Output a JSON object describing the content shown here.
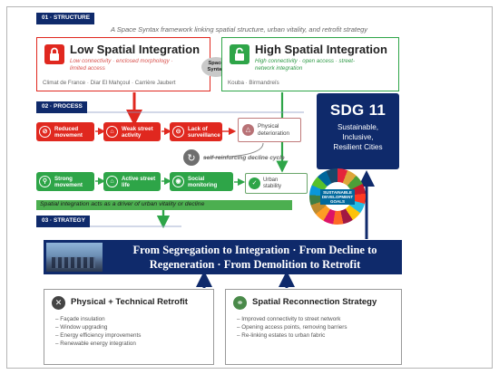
{
  "sections": {
    "structure": "01 · STRUCTURE",
    "process": "02 · PROCESS",
    "strategy": "03 · STRATEGY"
  },
  "tagline": "A Space Syntax framework linking spatial structure, urban vitality, and retrofit strategy",
  "low": {
    "title": "Low Spatial Integration",
    "subtitle_1": "Low connectivity · enclosed morphology ·",
    "subtitle_2": "limited access",
    "places": "Climat de France · Diar El Mahçoul · Carrière Jaubert",
    "color": "#e0281f",
    "icon": "lock-icon"
  },
  "high": {
    "title": "High Spatial Integration",
    "subtitle_1": "High connectivity · open access · street-",
    "subtitle_2": "network integration",
    "places": "Kouba · Birmandreïs",
    "color": "#2ea548",
    "icon": "unlock-icon"
  },
  "space_syntax": {
    "line1": "Space",
    "line2": "Syntax"
  },
  "decline": [
    {
      "line1": "Reduced",
      "line2": "movement",
      "icon": "no-entry-icon"
    },
    {
      "line1": "Weak street",
      "line2": "activity",
      "icon": "building-icon"
    },
    {
      "line1": "Lack of",
      "line2": "surveillance",
      "icon": "eye-off-icon"
    }
  ],
  "physical_deterioration": {
    "line1": "Physical",
    "line2": "deterioration",
    "icon": "warning-icon"
  },
  "cycle_label": "self-reinforcing decline cycle",
  "vitality": [
    {
      "line1": "Strong",
      "line2": "movement",
      "icon": "walking-icon"
    },
    {
      "line1": "Active street",
      "line2": "life",
      "icon": "home-icon"
    },
    {
      "line1": "Social",
      "line2": "monitoring",
      "icon": "eye-icon"
    }
  ],
  "urban_stability": {
    "line1": "Urban",
    "line2": "stability",
    "icon": "check-icon"
  },
  "driver_text": "Spatial integration acts as a driver of urban vitality or decline",
  "sdg": {
    "number": "SDG 11",
    "line1": "Sustainable,",
    "line2": "Inclusive,",
    "line3": "Resilient Cities",
    "logo_text": "SUSTAINABLE DEVELOPMENT GOALS"
  },
  "banner": {
    "line1": "From Segregation to Integration  ·  From Decline to",
    "line2": "Regeneration  ·  From Demolition to Retrofit"
  },
  "retrofit": {
    "title": "Physical + Technical Retrofit",
    "items": [
      "Façade insulation",
      "Window upgrading",
      "Energy efficiency improvements",
      "Renewable energy integration"
    ],
    "icon": "tools-icon"
  },
  "reconnection": {
    "title": "Spatial Reconnection Strategy",
    "items": [
      "Improved connectivity to street network",
      "Opening access points, removing barriers",
      "Re-linking estates to urban fabric"
    ],
    "icon": "link-icon"
  },
  "colors": {
    "navy": "#0f2a6b",
    "red": "#e0281f",
    "green": "#2ea548",
    "deterioration": "#b87276"
  }
}
